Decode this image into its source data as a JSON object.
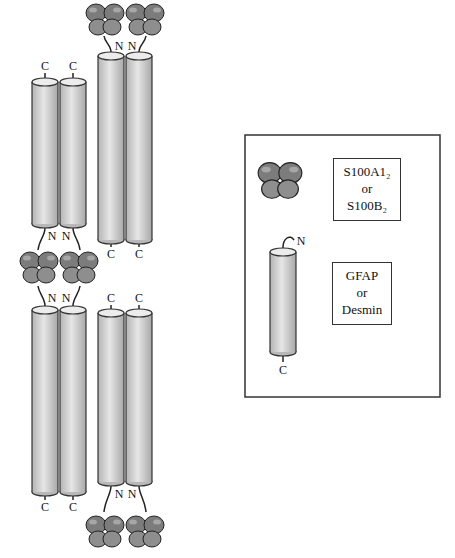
{
  "diagram": {
    "labels": [
      "N",
      "N",
      "C",
      "C",
      "C",
      "C",
      "N",
      "N",
      "N",
      "N",
      "C",
      "C",
      "N",
      "N",
      "C",
      "C",
      "N",
      "C"
    ],
    "legend": [
      {
        "text": "S100A1₂ or S100B₂"
      },
      {
        "text": "GFAP or Desmin"
      }
    ]
  }
}
